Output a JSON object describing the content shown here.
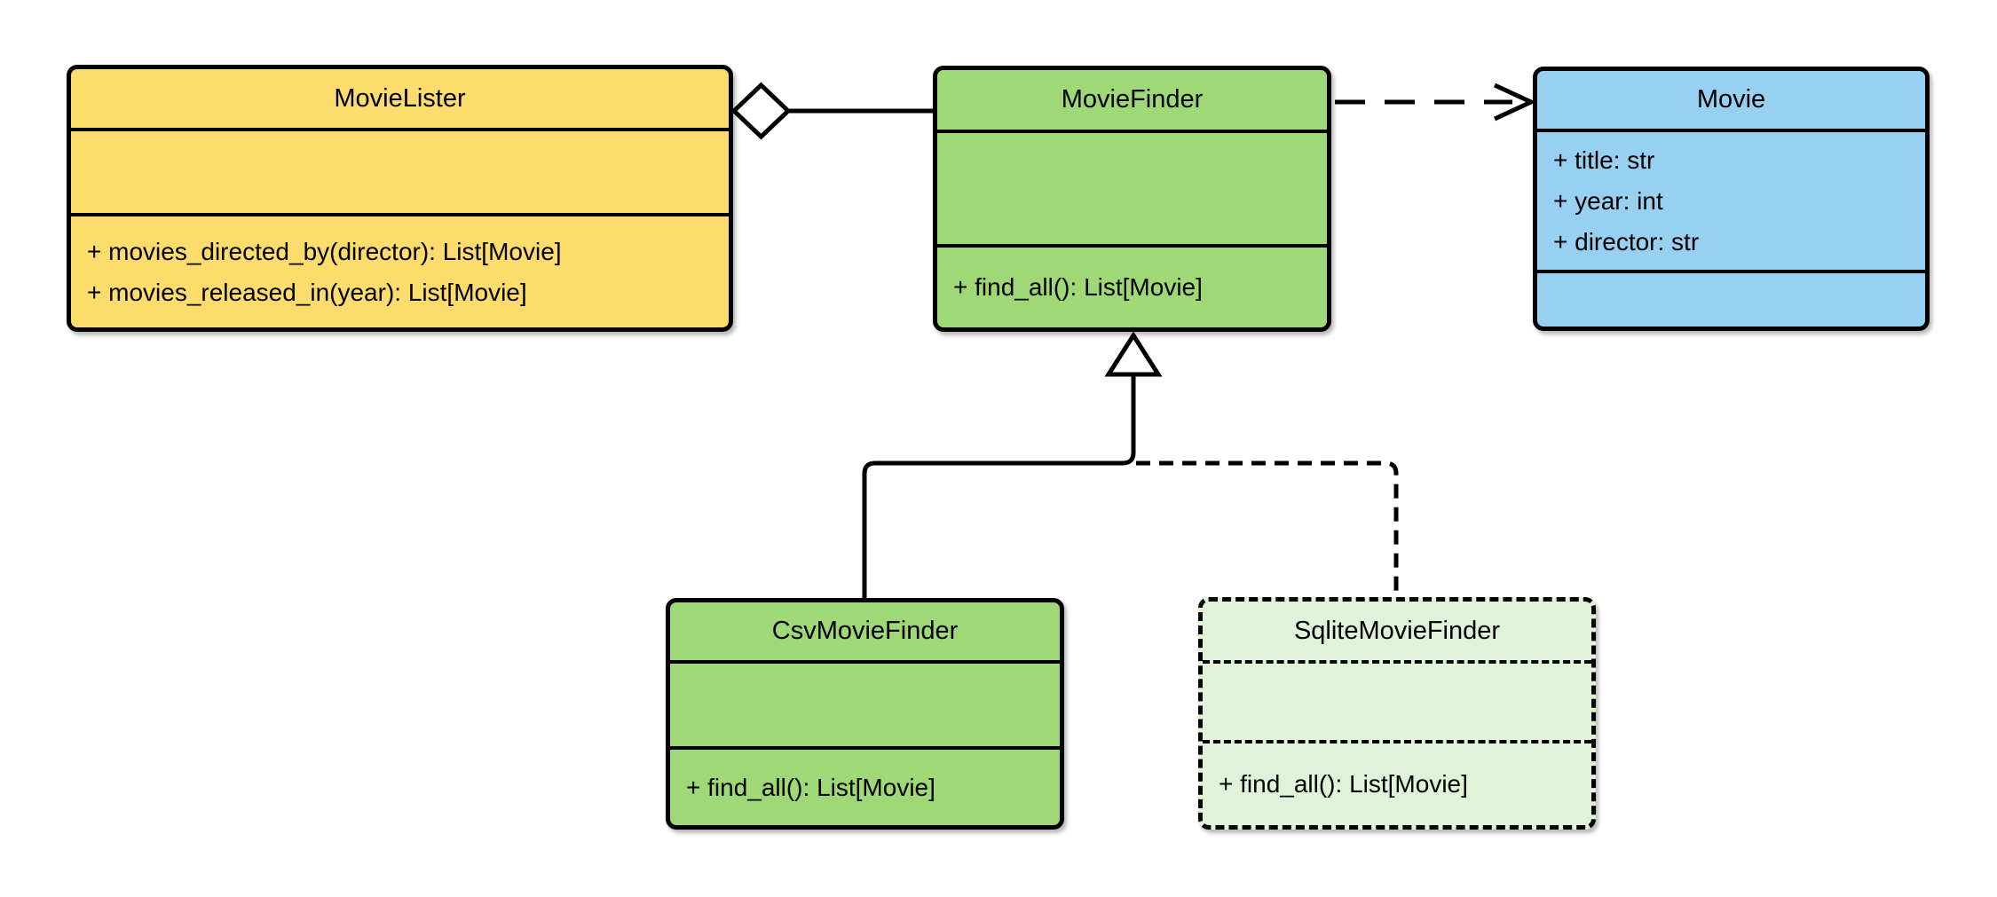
{
  "diagram": {
    "type": "uml-class-diagram",
    "background_color": "#ffffff",
    "stroke_color": "#000000",
    "classes": [
      {
        "name": "MovieLister",
        "fill": "#FDDC6E",
        "border_style": "solid",
        "attributes": [],
        "methods": [
          "+ movies_directed_by(director): List[Movie]",
          "+ movies_released_in(year): List[Movie]"
        ]
      },
      {
        "name": "MovieFinder",
        "fill": "#9FD877",
        "border_style": "solid",
        "attributes": [],
        "methods": [
          "+ find_all(): List[Movie]"
        ]
      },
      {
        "name": "Movie",
        "fill": "#97D0F0",
        "border_style": "solid",
        "attributes": [
          "+ title: str",
          "+ year: int",
          "+ director: str"
        ],
        "methods": []
      },
      {
        "name": "CsvMovieFinder",
        "fill": "#9FD877",
        "border_style": "solid",
        "attributes": [],
        "methods": [
          "+ find_all(): List[Movie]"
        ]
      },
      {
        "name": "SqliteMovieFinder",
        "fill": "#E0F2D8",
        "border_style": "dashed",
        "attributes": [],
        "methods": [
          "+ find_all(): List[Movie]"
        ]
      }
    ],
    "relationships": [
      {
        "type": "aggregation",
        "from": "MovieLister",
        "to": "MovieFinder",
        "line": "solid",
        "marker": "hollow-diamond"
      },
      {
        "type": "dependency",
        "from": "MovieFinder",
        "to": "Movie",
        "line": "dashed",
        "marker": "open-arrow"
      },
      {
        "type": "inheritance",
        "from": "CsvMovieFinder",
        "to": "MovieFinder",
        "line": "solid",
        "marker": "hollow-triangle"
      },
      {
        "type": "inheritance",
        "from": "SqliteMovieFinder",
        "to": "MovieFinder",
        "line": "dashed",
        "marker": "hollow-triangle"
      }
    ]
  }
}
